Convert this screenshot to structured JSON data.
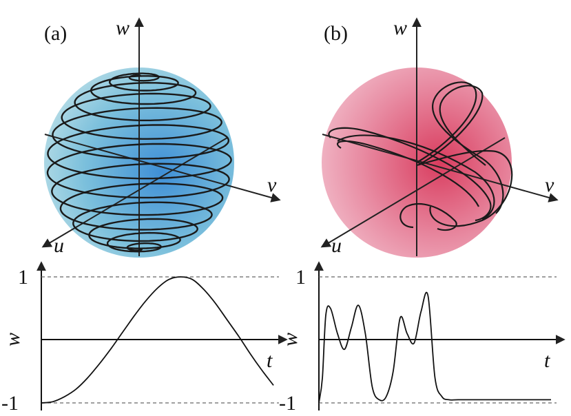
{
  "figure": {
    "panels": [
      {
        "label": "(a)",
        "axes": {
          "u": "u",
          "v": "v",
          "w": "w"
        },
        "sphere_color": "#6fb6da",
        "trajectory": "spiral from south pole to north pole"
      },
      {
        "label": "(b)",
        "axes": {
          "u": "u",
          "v": "v",
          "w": "w"
        },
        "sphere_color": "#d9506f",
        "trajectory": "loops ending near the south pole"
      }
    ]
  },
  "chart_data": [
    {
      "type": "line",
      "panel": "a",
      "xlabel": "t",
      "ylabel": "w",
      "ylim": [
        -1,
        1
      ],
      "yticks": [
        "1",
        "-1"
      ],
      "reference_lines": [
        1,
        -1
      ],
      "series": [
        {
          "x": [
            0,
            0.05,
            0.1,
            0.15,
            0.2,
            0.25,
            0.3,
            0.35,
            0.4,
            0.45,
            0.5,
            0.55,
            0.6,
            0.65,
            0.7,
            0.75,
            0.8,
            0.85,
            0.9,
            0.95,
            1.0
          ],
          "y": [
            -1.0,
            -0.98,
            -0.9,
            -0.78,
            -0.6,
            -0.38,
            -0.14,
            0.12,
            0.38,
            0.62,
            0.82,
            0.96,
            1.0,
            0.96,
            0.8,
            0.58,
            0.32,
            0.06,
            -0.22,
            -0.48,
            -0.72
          ]
        }
      ]
    },
    {
      "type": "line",
      "panel": "b",
      "xlabel": "t",
      "ylabel": "w",
      "ylim": [
        -1,
        1
      ],
      "yticks": [
        "1",
        "-1"
      ],
      "reference_lines": [
        1,
        -1
      ],
      "series": [
        {
          "x": [
            0,
            0.015,
            0.03,
            0.05,
            0.08,
            0.11,
            0.14,
            0.17,
            0.2,
            0.23,
            0.26,
            0.29,
            0.32,
            0.35,
            0.38,
            0.41,
            0.44,
            0.47,
            0.5,
            0.53,
            0.56,
            0.6,
            0.7,
            0.8,
            0.9,
            1.0
          ],
          "y": [
            -1.0,
            -0.6,
            0.4,
            0.5,
            0.1,
            -0.15,
            0.2,
            0.55,
            0.1,
            -0.75,
            -0.95,
            -0.9,
            -0.5,
            0.35,
            0.1,
            -0.05,
            0.45,
            0.7,
            -0.6,
            -0.9,
            -0.95,
            -0.95,
            -0.95,
            -0.95,
            -0.95,
            -0.95
          ]
        }
      ]
    }
  ]
}
